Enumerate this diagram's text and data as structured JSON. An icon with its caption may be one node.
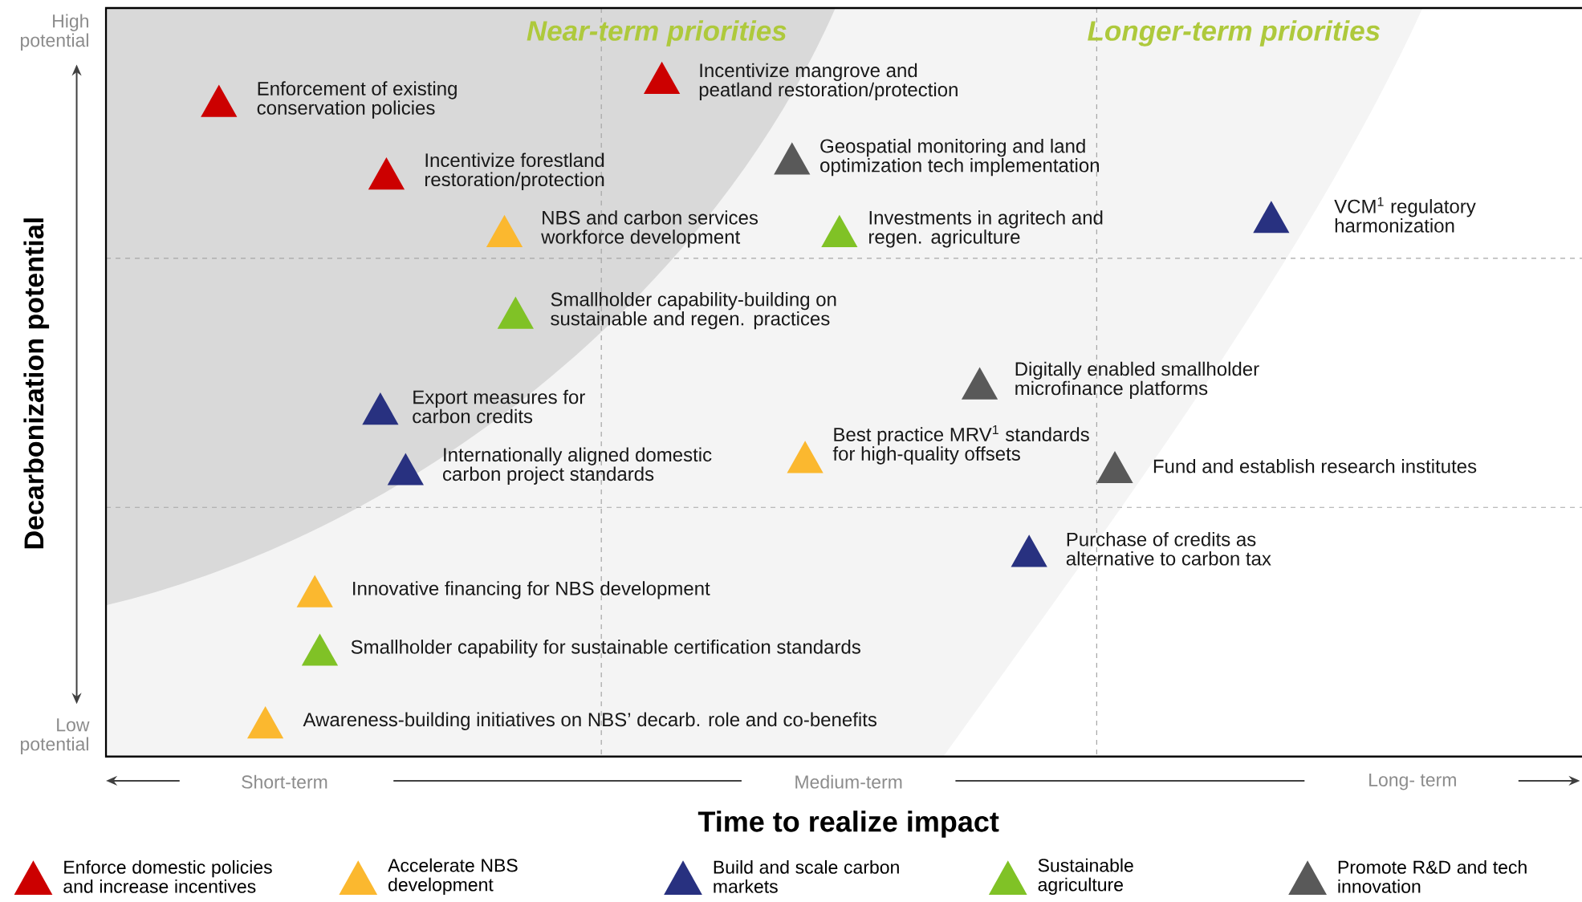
{
  "diagram": {
    "labels": [
      "High potential",
      "Low potential",
      "Decarbonization potential",
      "Near-term priorities",
      "Longer-term priorities",
      "Enforcement of existing conservation policies",
      "Incentivize mangrove and peatland restoration/protection",
      "Incentivize forestland restoration/protection",
      "Geospatial monitoring and land optimization tech implementation",
      "NBS and carbon services workforce development",
      "Investments in agritech and regen. agriculture",
      "VCM$^{1}$ regulatory harmonization",
      "Smallholder capability-building on sustainable and regen. practices",
      "Digitally enabled smallholder microfinance platforms",
      "Export measures for carbon credits",
      "Internationally aligned domestic carbon project standards",
      "Best practice MRV$^{1}$ standards for high-quality offsets",
      "Fund and establish research institutes",
      "Purchase of credits as alternative to carbon tax",
      "Innovative financing for NBS development",
      "Smallholder capability for sustainable certification standards",
      "Awareness-building initiatives on NBS’ decarb. role and co-benefits",
      "Short-term",
      "Medium-term",
      "Long- term",
      "Time to realize impact"
    ],
    "legend": [
      {
        "text": "Enforce domestic policies and increase incentives",
        "color": "#cc0000"
      },
      {
        "text": "Accelerate NBS development",
        "color": "#fbb82f"
      },
      {
        "text": "Build and scale carbon markets",
        "color": "#283180"
      },
      {
        "text": "Sustainable agriculture",
        "color": "#80c226"
      },
      {
        "text": "Promote R&D and tech innovation",
        "color": "#595959"
      }
    ]
  }
}
